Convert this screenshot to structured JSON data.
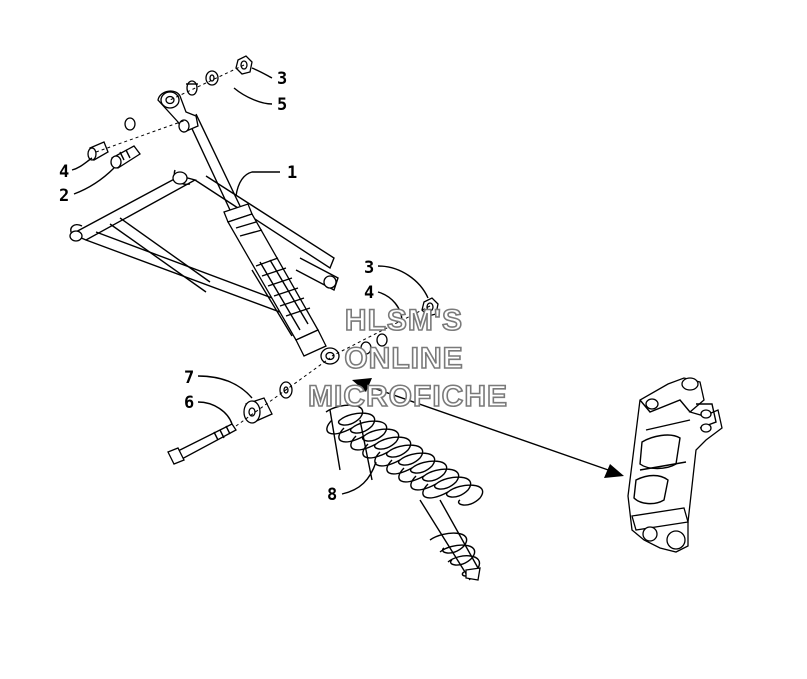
{
  "diagram": {
    "callouts": [
      {
        "id": "c3a",
        "text": "3"
      },
      {
        "id": "c5",
        "text": "5"
      },
      {
        "id": "c4a",
        "text": "4"
      },
      {
        "id": "c2",
        "text": "2"
      },
      {
        "id": "c1",
        "text": "1"
      },
      {
        "id": "c3b",
        "text": "3"
      },
      {
        "id": "c4b",
        "text": "4"
      },
      {
        "id": "c7",
        "text": "7"
      },
      {
        "id": "c6",
        "text": "6"
      },
      {
        "id": "c8",
        "text": "8"
      }
    ],
    "watermark": [
      "HLSM'S",
      "ONLINE",
      "MICROFICHE"
    ],
    "colors": {
      "ink": "#000000",
      "watermark_stroke": "#7a7a7a",
      "background": "#ffffff"
    }
  }
}
